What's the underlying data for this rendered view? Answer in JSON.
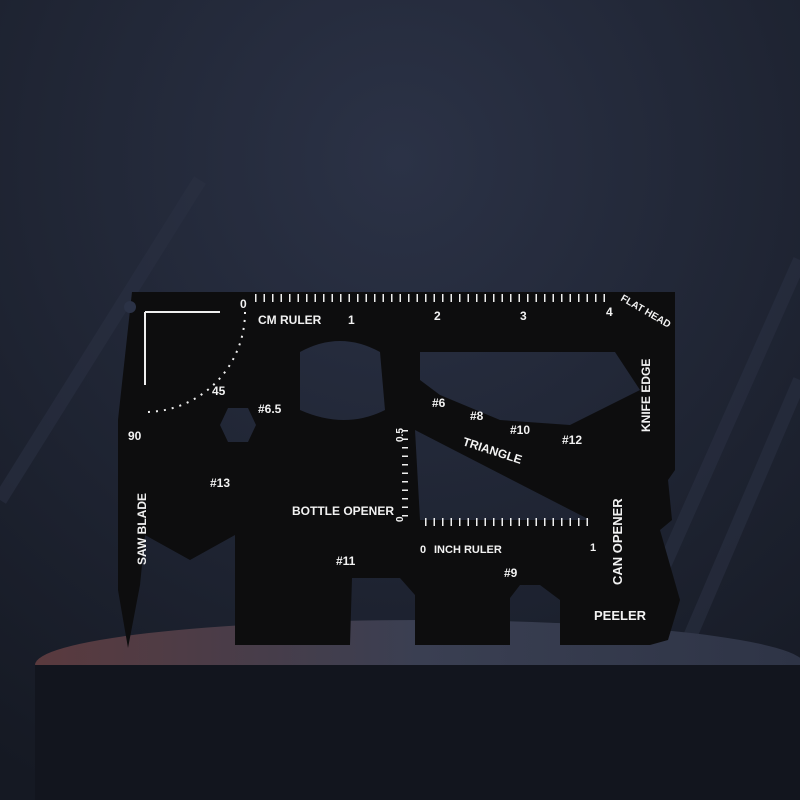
{
  "product": {
    "colors": {
      "background": "#1e2433",
      "card": "#0d0d0e",
      "text": "#f2f2f2",
      "pedestal": "#3a3f52"
    },
    "cm_ruler": {
      "label": "CM RULER",
      "ticks": [
        "0",
        "1",
        "2",
        "3",
        "4"
      ]
    },
    "flat_head": "FLAT HEAD",
    "knife_edge": "KNIFE EDGE",
    "angle": {
      "a45": "45",
      "a90": "90"
    },
    "wrenches": [
      "#6.5",
      "#6",
      "#8",
      "#10",
      "#12",
      "#13",
      "#11",
      "#9"
    ],
    "triangle": "TRIANGLE",
    "vertical_scale": [
      "0.5",
      "0"
    ],
    "saw_blade": "SAW BLADE",
    "bottle_opener": "BOTTLE OPENER",
    "inch_ruler": {
      "zero": "0",
      "label": "INCH RULER",
      "one": "1"
    },
    "can_opener": "CAN OPENER",
    "peeler": "PEELER"
  }
}
